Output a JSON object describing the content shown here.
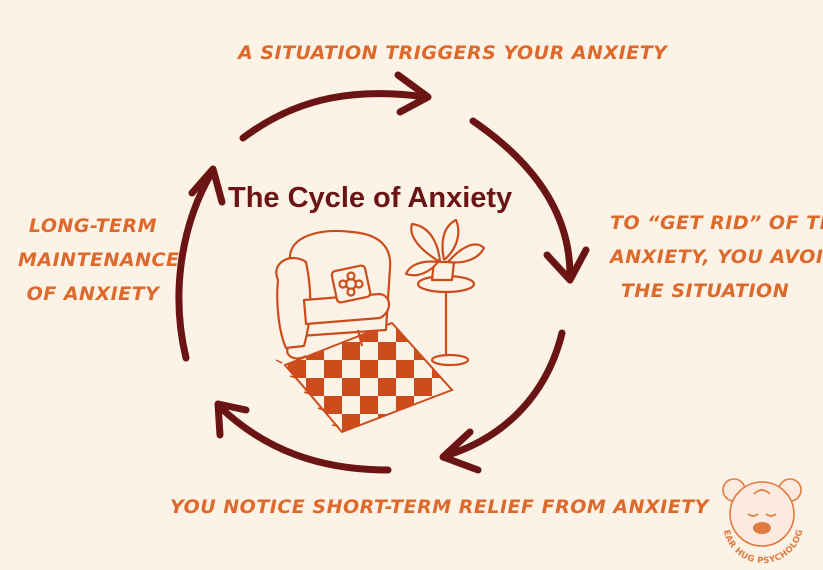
{
  "diagram": {
    "title": "The Cycle of Anxiety",
    "steps": {
      "top": "A SITUATION TRIGGERS YOUR ANXIETY",
      "right": [
        "TO “GET RID” OF THE",
        "ANXIETY, YOU AVOID",
        "THE SITUATION"
      ],
      "bottom": "YOU NOTICE SHORT-TERM RELIEF FROM ANXIETY",
      "left": [
        "LONG-TERM",
        "MAINTENANCE",
        "OF ANXIETY"
      ]
    }
  },
  "brand": {
    "name": "BEAR HUG PSYCHOLOGY"
  },
  "colors": {
    "background": "#fcf3e6",
    "arrow": "#6b1414",
    "text": "#dd6a2c",
    "illustration": "#cc4c1c"
  }
}
